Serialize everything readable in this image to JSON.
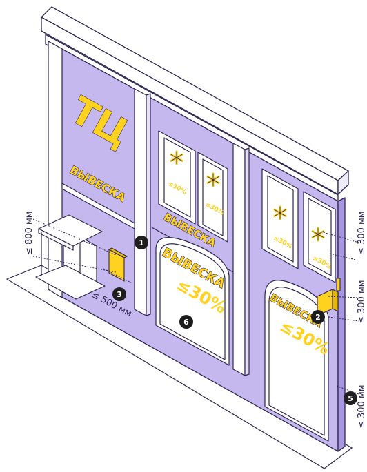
{
  "signs": {
    "logo": "ТЦ",
    "sign_text": "ВЫВЕСКА",
    "discount": "≤30%"
  },
  "dimensions": {
    "canopy_height": "≤ 800 мм",
    "bracket_depth": "≤ 500 мм",
    "right_top": "≤ 300 мм",
    "right_middle": "≤ 300 мм",
    "right_bottom": "≤ 300 мм"
  },
  "markers": [
    "1",
    "2",
    "3",
    "5",
    "6"
  ],
  "colors": {
    "facade": "#c4b8ef",
    "facade_dark": "#a898df",
    "outline": "#2e2650",
    "white": "#ffffff",
    "accent": "#ffd21f",
    "badge": "#1e1e1e"
  },
  "icons": [
    "snowflake-icon"
  ]
}
